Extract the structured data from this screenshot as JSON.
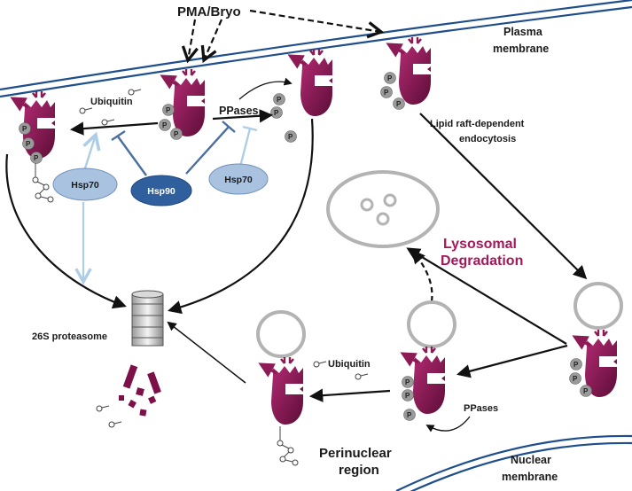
{
  "labels": {
    "pma_bryo": "PMA/Bryo",
    "plasma_membrane_line1": "Plasma",
    "plasma_membrane_line2": "membrane",
    "ubiquitin_top": "Ubiquitin",
    "ppases_top": "PPases",
    "lipid_raft_line1": "Lipid raft-dependent",
    "lipid_raft_line2": "endocytosis",
    "hsp70_left": "Hsp70",
    "hsp90": "Hsp90",
    "hsp70_right": "Hsp70",
    "lysosomal_line1": "Lysosomal",
    "lysosomal_line2": "Degradation",
    "proteasome": "26S proteasome",
    "ubiquitin_bottom": "Ubiquitin",
    "ppases_bottom": "PPases",
    "perinuclear_line1": "Perinuclear",
    "perinuclear_line2": "region",
    "nuclear_line1": "Nuclear",
    "nuclear_line2": "membrane",
    "phospho": "P"
  },
  "colors": {
    "protein": "#8c1a55",
    "membrane": "#1f4e8c",
    "hsp90": "#2f5f9c",
    "hsp70": "#a9c2e0",
    "accent_text": "#a3195b",
    "inhibit": "#4a6fa0",
    "light_arrow": "#aecde6"
  },
  "icons": [
    "protein-glyph",
    "phosphate-icon",
    "ubiquitin-chain-icon",
    "vesicle-icon",
    "proteasome-icon",
    "lysosome-icon"
  ]
}
